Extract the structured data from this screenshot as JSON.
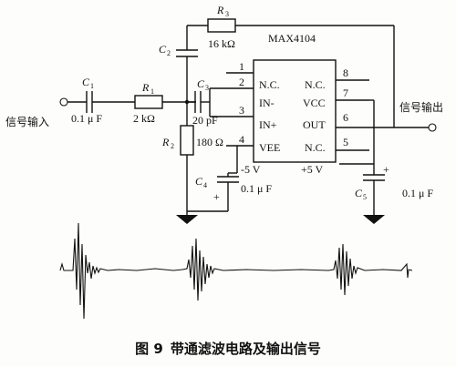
{
  "ic": {
    "name": "MAX4104",
    "pins_left": [
      {
        "num": "1",
        "label": "N.C."
      },
      {
        "num": "2",
        "label": "IN-"
      },
      {
        "num": "3",
        "label": "IN+"
      },
      {
        "num": "4",
        "label": "VEE"
      }
    ],
    "pins_right": [
      {
        "num": "8",
        "label": "N.C."
      },
      {
        "num": "7",
        "label": "VCC"
      },
      {
        "num": "6",
        "label": "OUT"
      },
      {
        "num": "5",
        "label": "N.C."
      }
    ]
  },
  "components": {
    "r3": {
      "name": "R",
      "sub": "3",
      "value": "16 kΩ"
    },
    "c2": {
      "name": "C",
      "sub": "2"
    },
    "c1": {
      "name": "C",
      "sub": "1",
      "value": "0.1  μ F"
    },
    "r1": {
      "name": "R",
      "sub": "1",
      "value": "2 kΩ"
    },
    "c3": {
      "name": "C",
      "sub": "3",
      "value": "20 pF"
    },
    "r2": {
      "name": "R",
      "sub": "2",
      "value": "180  Ω"
    },
    "c4": {
      "name": "C",
      "sub": "4",
      "value": "0.1  μ F"
    },
    "c5": {
      "name": "C",
      "sub": "5",
      "value": "0.1  μ F"
    }
  },
  "supply": {
    "neg": "-5 V",
    "pos": "+5 V",
    "plus": "+"
  },
  "signal": {
    "input_label": "信号输入",
    "output_label": "信号输出"
  },
  "caption": {
    "fig": "图 9",
    "text": "带通滤波电路及输出信号"
  }
}
